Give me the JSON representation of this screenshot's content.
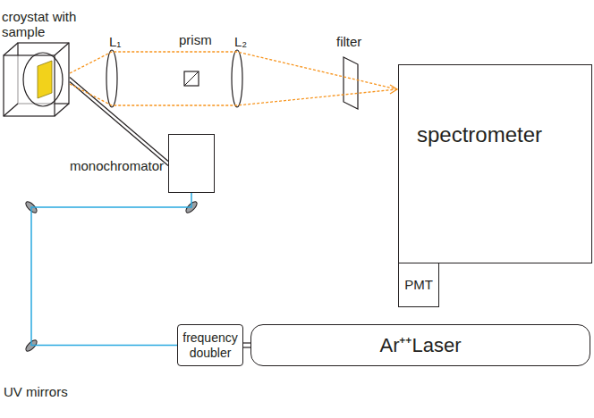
{
  "diagram": {
    "nodes": [
      {
        "text": [
          "croystat with sample"
        ]
      },
      {
        "text": [
          "spectrometer"
        ]
      },
      {
        "text": [
          "PMT"
        ]
      },
      {
        "text": [
          "monochromator"
        ]
      },
      {
        "text": [
          "frequency doubler"
        ]
      },
      {
        "text": [
          "Ar⁺⁺Laser"
        ]
      }
    ],
    "edges": [
      {
        "from": 5,
        "to": 4,
        "arrow": "none"
      },
      {
        "from": 4,
        "to": 3,
        "arrow": "none"
      },
      {
        "from": 3,
        "to": 0,
        "arrow": "none"
      },
      {
        "from": 0,
        "to": 1,
        "arrow": "to"
      }
    ],
    "labels": [
      "L₁",
      "prism",
      "L₂",
      "filter",
      "UV mirrors"
    ]
  }
}
